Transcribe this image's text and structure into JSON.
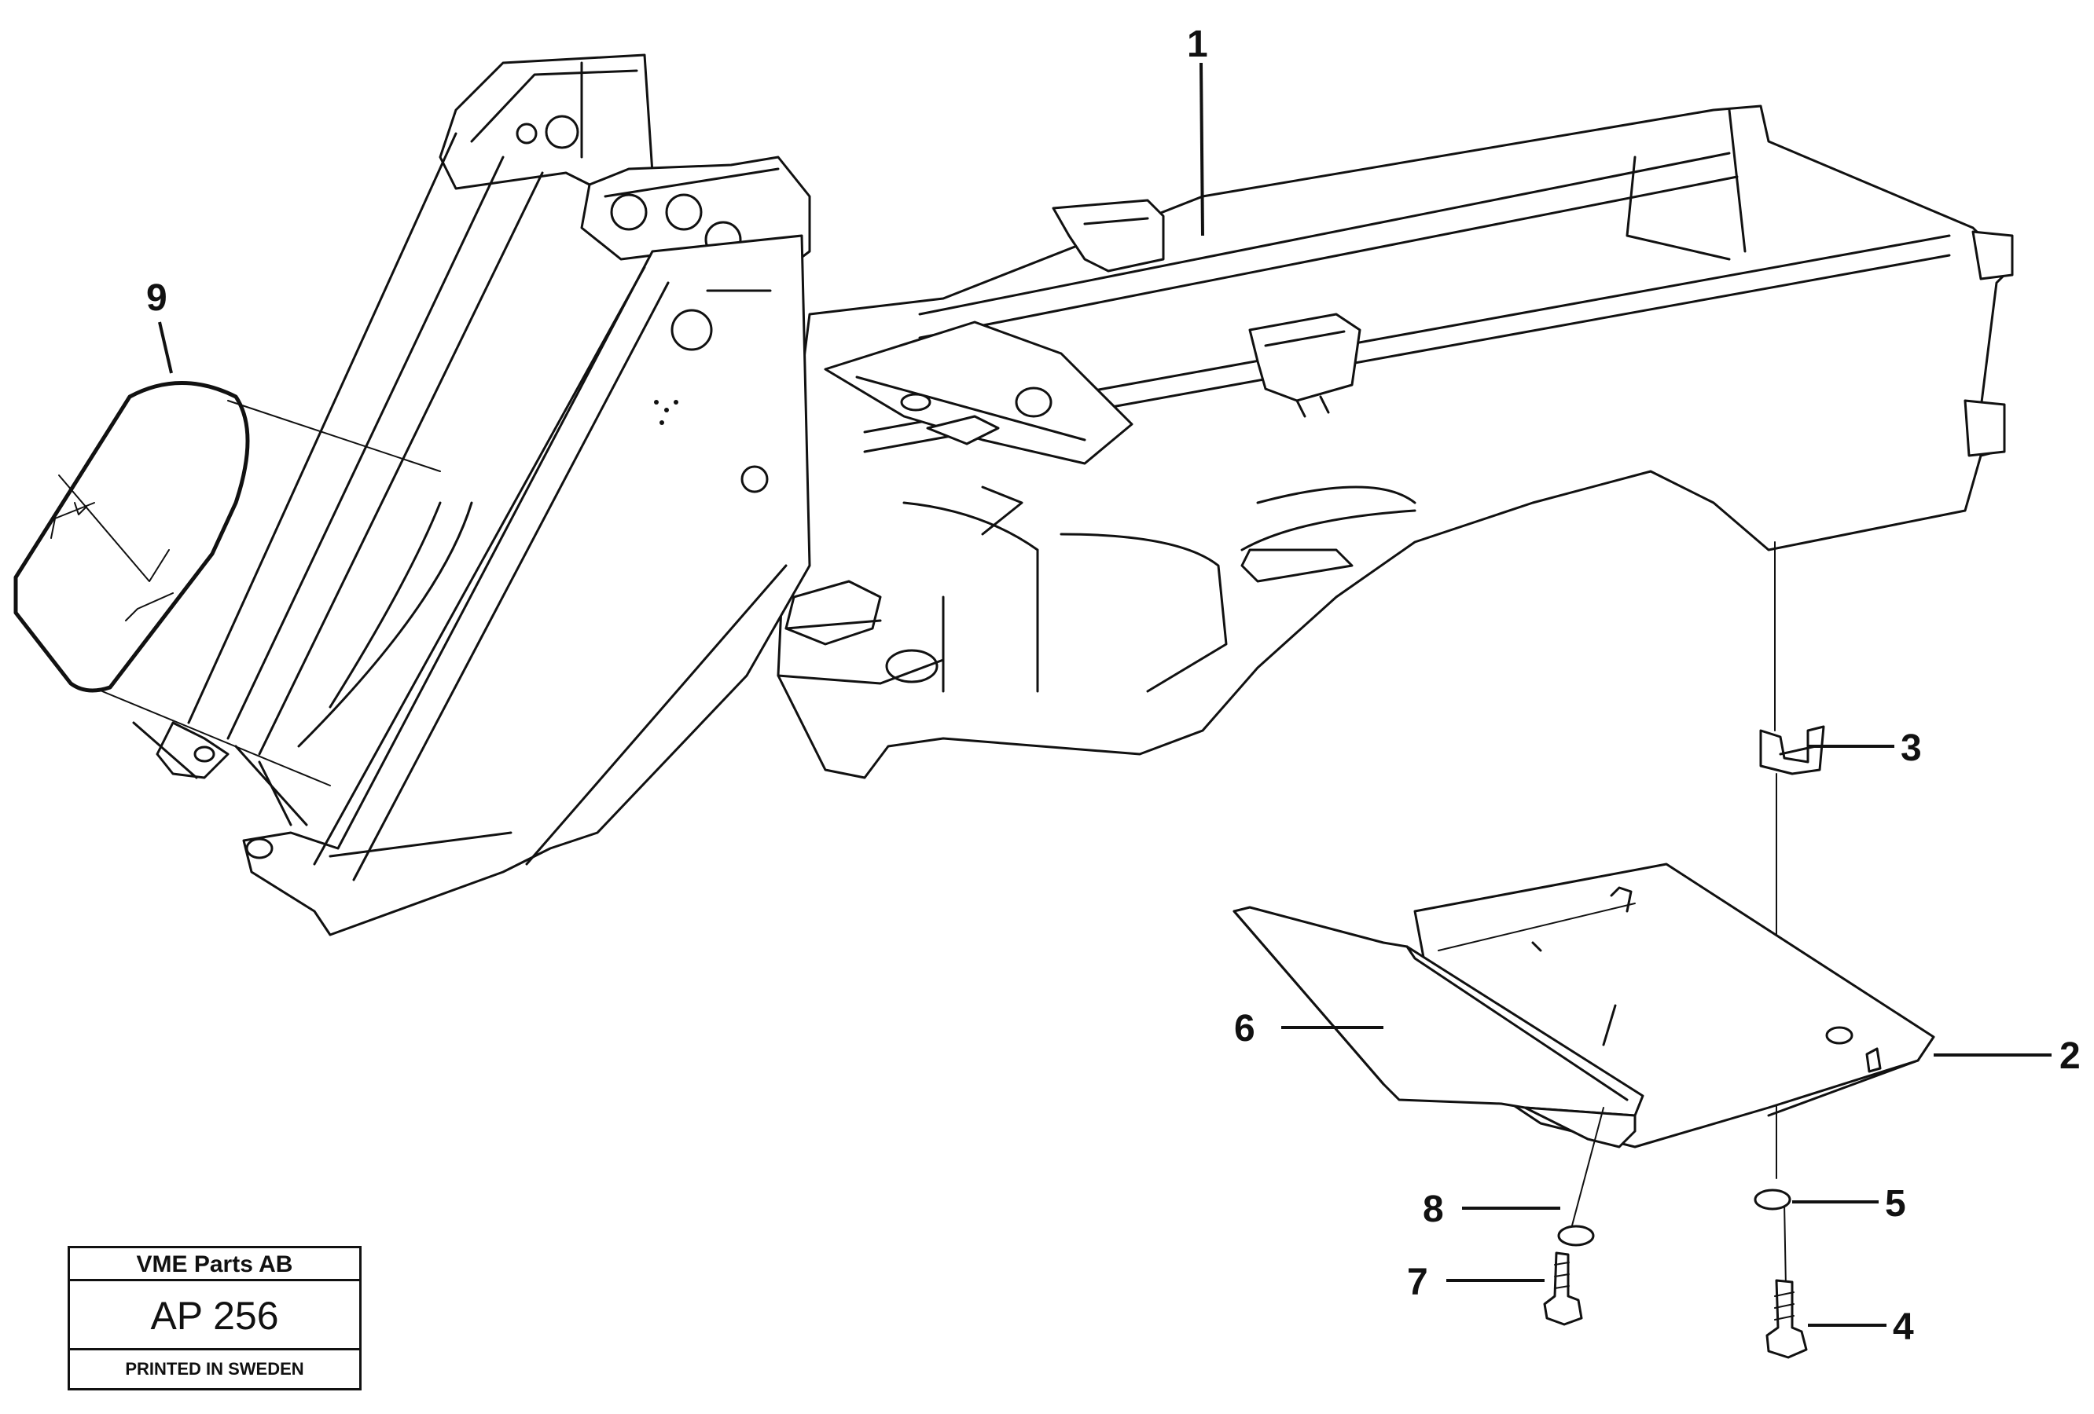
{
  "diagram": {
    "callouts": [
      {
        "id": "1",
        "label": "1"
      },
      {
        "id": "2",
        "label": "2"
      },
      {
        "id": "3",
        "label": "3"
      },
      {
        "id": "4",
        "label": "4"
      },
      {
        "id": "5",
        "label": "5"
      },
      {
        "id": "6",
        "label": "6"
      },
      {
        "id": "7",
        "label": "7"
      },
      {
        "id": "8",
        "label": "8"
      },
      {
        "id": "9",
        "label": "9"
      }
    ]
  },
  "title_block": {
    "company": "VME Parts AB",
    "code": "AP 256",
    "printed": "PRINTED IN SWEDEN"
  },
  "colors": {
    "ink": "#111111",
    "paper": "#ffffff"
  }
}
